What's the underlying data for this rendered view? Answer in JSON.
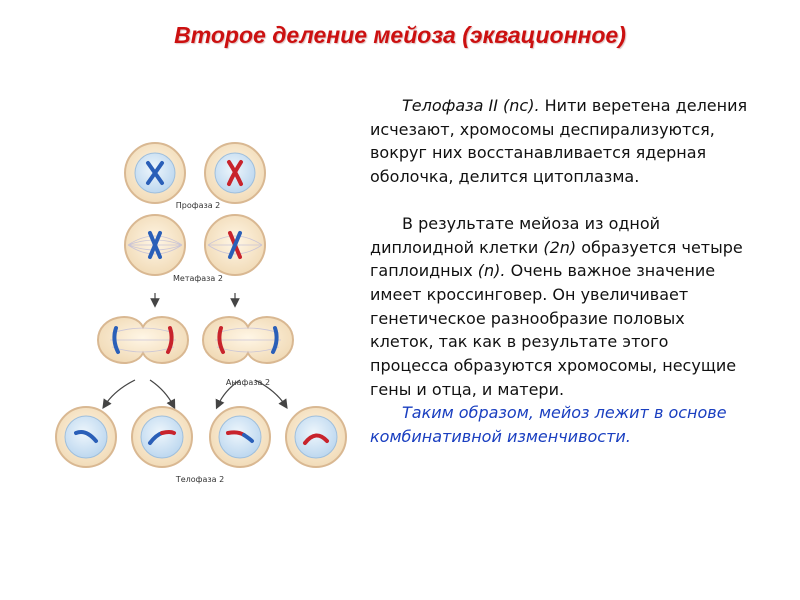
{
  "title": "Второе деление мейоза (эквационное)",
  "diagram": {
    "labels": {
      "prophase": "Профаза 2",
      "metaphase": "Метафаза 2",
      "anaphase": "Анафаза 2",
      "telophase": "Телофаза 2"
    },
    "colors": {
      "chrom_blue": "#2a5fb8",
      "chrom_red": "#c8232c",
      "cytoplasm": "#f7e6c8",
      "nucleus": "#cfe3f4",
      "membrane": "#d9b892"
    }
  },
  "text": {
    "p1_term": "Телофаза II (nc).",
    "p1_body": " Нити веретена деления исчезают, хромосомы деспирализуются, вокруг них восстанавливается ядерная оболочка, делится цитоплазма.",
    "p2_a": "В результате мейоза из одной диплоидной клетки ",
    "p2_b": "(2n)",
    "p2_c": " образуется четыре гаплоидных ",
    "p2_d": "(n).",
    "p2_e": " Очень важное значение имеет кроссинговер. Он увеличивает генетическое разнообразие половых клеток, так как в результате этого процесса образуются хромосомы, несущие гены и отца, и матери.",
    "p3": "Таким образом, мейоз лежит в основе комбинативной изменчивости."
  }
}
